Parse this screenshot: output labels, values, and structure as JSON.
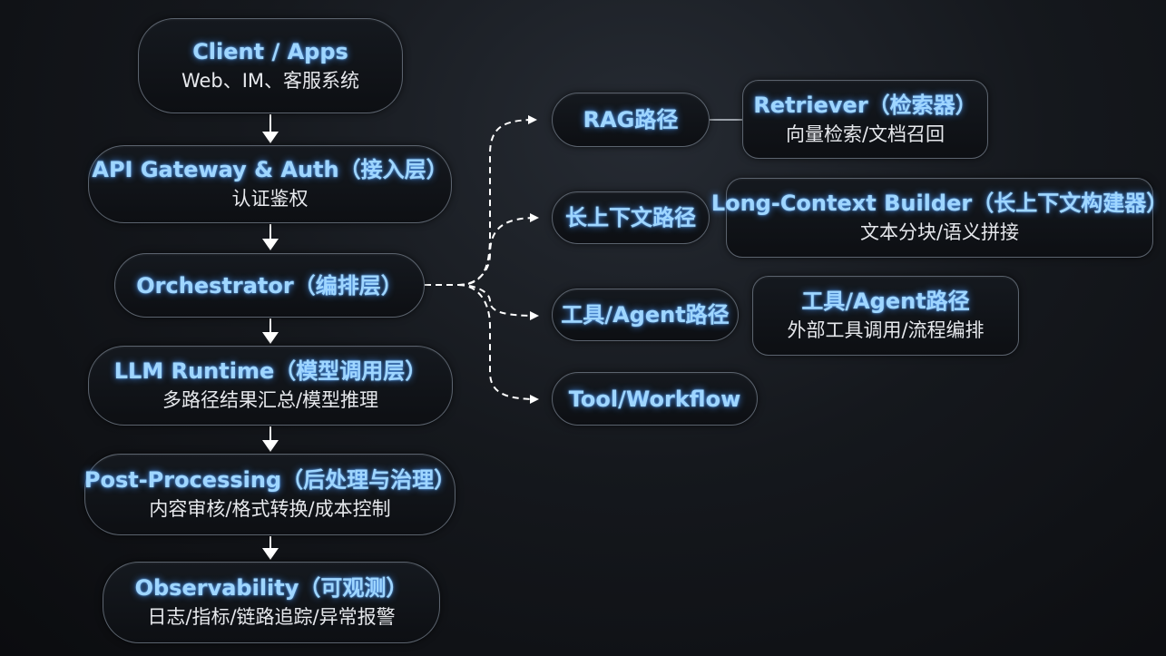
{
  "main_flow": [
    {
      "title": "Client / Apps",
      "subtitle": "Web、IM、客服系统"
    },
    {
      "title": "API Gateway & Auth（接入层）",
      "subtitle": "认证鉴权"
    },
    {
      "title": "Orchestrator（编排层）",
      "subtitle": ""
    },
    {
      "title": "LLM Runtime（模型调用层）",
      "subtitle": "多路径结果汇总/模型推理"
    },
    {
      "title": "Post-Processing（后处理与治理）",
      "subtitle": "内容审核/格式转换/成本控制"
    },
    {
      "title": "Observability（可观测）",
      "subtitle": "日志/指标/链路追踪/异常报警"
    }
  ],
  "branches": [
    {
      "label": "RAG路径",
      "detail": {
        "title": "Retriever（检索器）",
        "subtitle": "向量检索/文档召回"
      }
    },
    {
      "label": "长上下文路径",
      "detail": {
        "title": "Long-Context Builder（长上下文构建器）",
        "subtitle": "文本分块/语义拼接"
      }
    },
    {
      "label": "工具/Agent路径",
      "detail": {
        "title": "工具/Agent路径",
        "subtitle": "外部工具调用/流程编排"
      }
    },
    {
      "label": "Tool/Workflow"
    }
  ],
  "colors": {
    "title_glow": "#9fd6ff",
    "subtitle": "#e6e8ec",
    "border": "#5b636e",
    "connector": "#ffffff"
  }
}
